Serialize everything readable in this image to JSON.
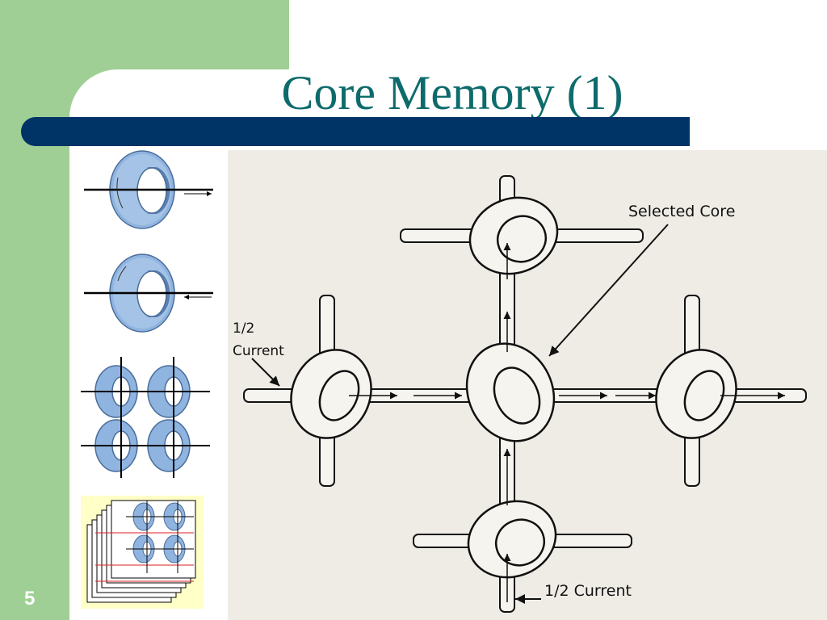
{
  "slide": {
    "title": "Core Memory (1)",
    "number": "5"
  },
  "diagram": {
    "label_selected": "Selected Core",
    "label_half_a": "1/2",
    "label_half_b": "Current",
    "label_half_bottom": "1/2 Current"
  },
  "colors": {
    "green": "#9fcf95",
    "navy": "#003366",
    "title": "#0d6b6b",
    "core_blue": "#8fb4df"
  }
}
